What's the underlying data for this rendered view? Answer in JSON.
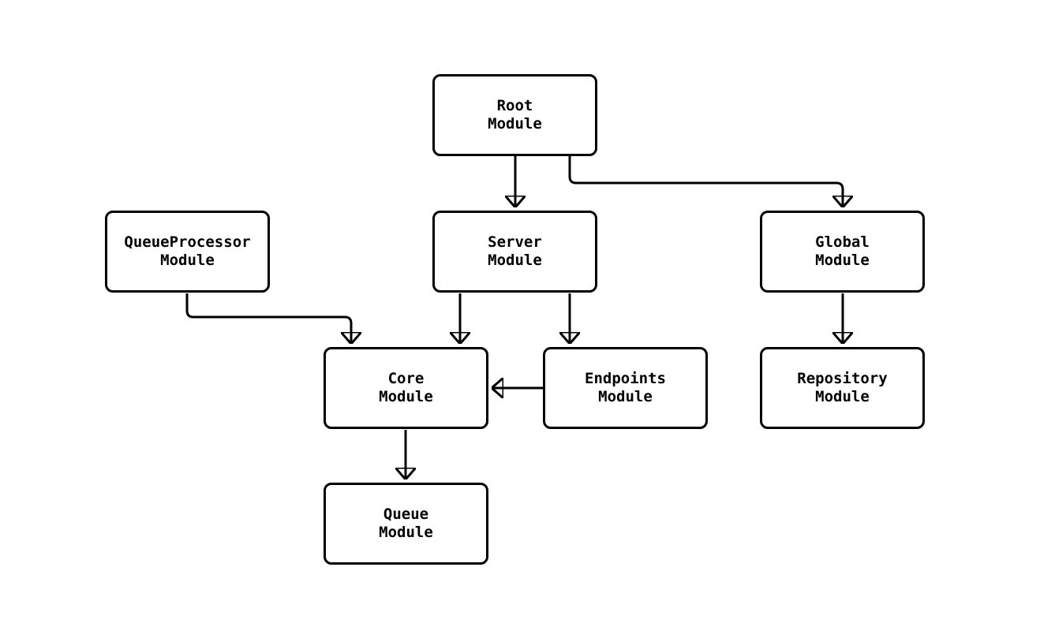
{
  "diagram": {
    "type": "flowchart",
    "direction": "top-down",
    "background_color": "#ffffff",
    "node_fill_color": "#ffffff",
    "node_border_color": "#000000",
    "edge_color": "#000000",
    "nodes": [
      {
        "id": "root",
        "label": "Root\nModule"
      },
      {
        "id": "queueprocessor",
        "label": "QueueProcessor\nModule"
      },
      {
        "id": "server",
        "label": "Server\nModule"
      },
      {
        "id": "global",
        "label": "Global\nModule"
      },
      {
        "id": "core",
        "label": "Core\nModule"
      },
      {
        "id": "endpoints",
        "label": "Endpoints\nModule"
      },
      {
        "id": "repository",
        "label": "Repository\nModule"
      },
      {
        "id": "queue",
        "label": "Queue\nModule"
      }
    ],
    "edges": [
      {
        "from": "root",
        "to": "server"
      },
      {
        "from": "root",
        "to": "global"
      },
      {
        "from": "queueprocessor",
        "to": "core"
      },
      {
        "from": "server",
        "to": "core"
      },
      {
        "from": "server",
        "to": "endpoints"
      },
      {
        "from": "global",
        "to": "repository"
      },
      {
        "from": "endpoints",
        "to": "core"
      },
      {
        "from": "core",
        "to": "queue"
      }
    ]
  }
}
